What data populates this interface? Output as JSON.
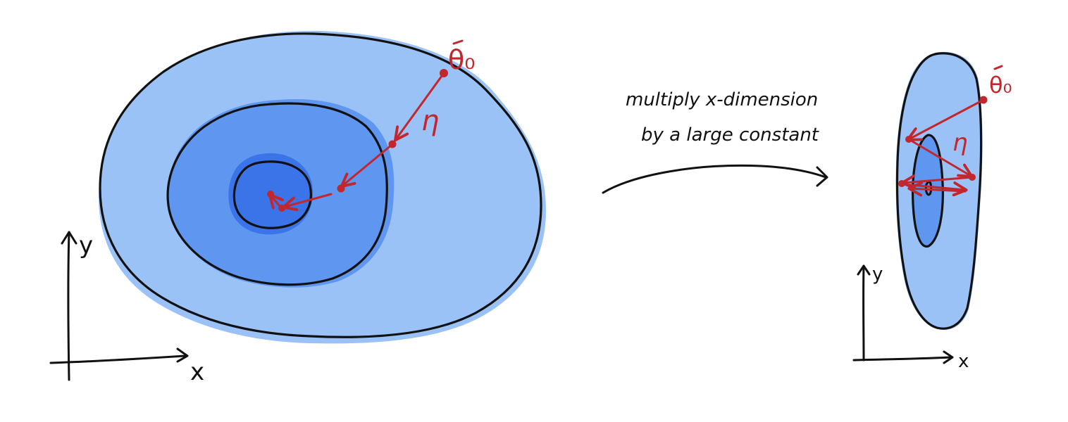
{
  "caption": {
    "line1": "multiply x-dimension",
    "line2": "by a large constant"
  },
  "left_panel": {
    "x_label": "x",
    "y_label": "y",
    "start_label": "θ₀",
    "step_label": "η"
  },
  "right_panel": {
    "x_label": "x",
    "y_label": "y",
    "start_label": "θ₀",
    "step_label": "η"
  },
  "colors": {
    "outer_contour": "#9bc2f7",
    "middle_contour": "#5f96f0",
    "inner_contour": "#3b73e8",
    "outline": "#111111",
    "path": "#c1272d"
  },
  "icons": {
    "transform_arrow": "curved-arrow-right",
    "gradient_path": "red-arrow-path",
    "axis_arrow": "arrow-head"
  }
}
